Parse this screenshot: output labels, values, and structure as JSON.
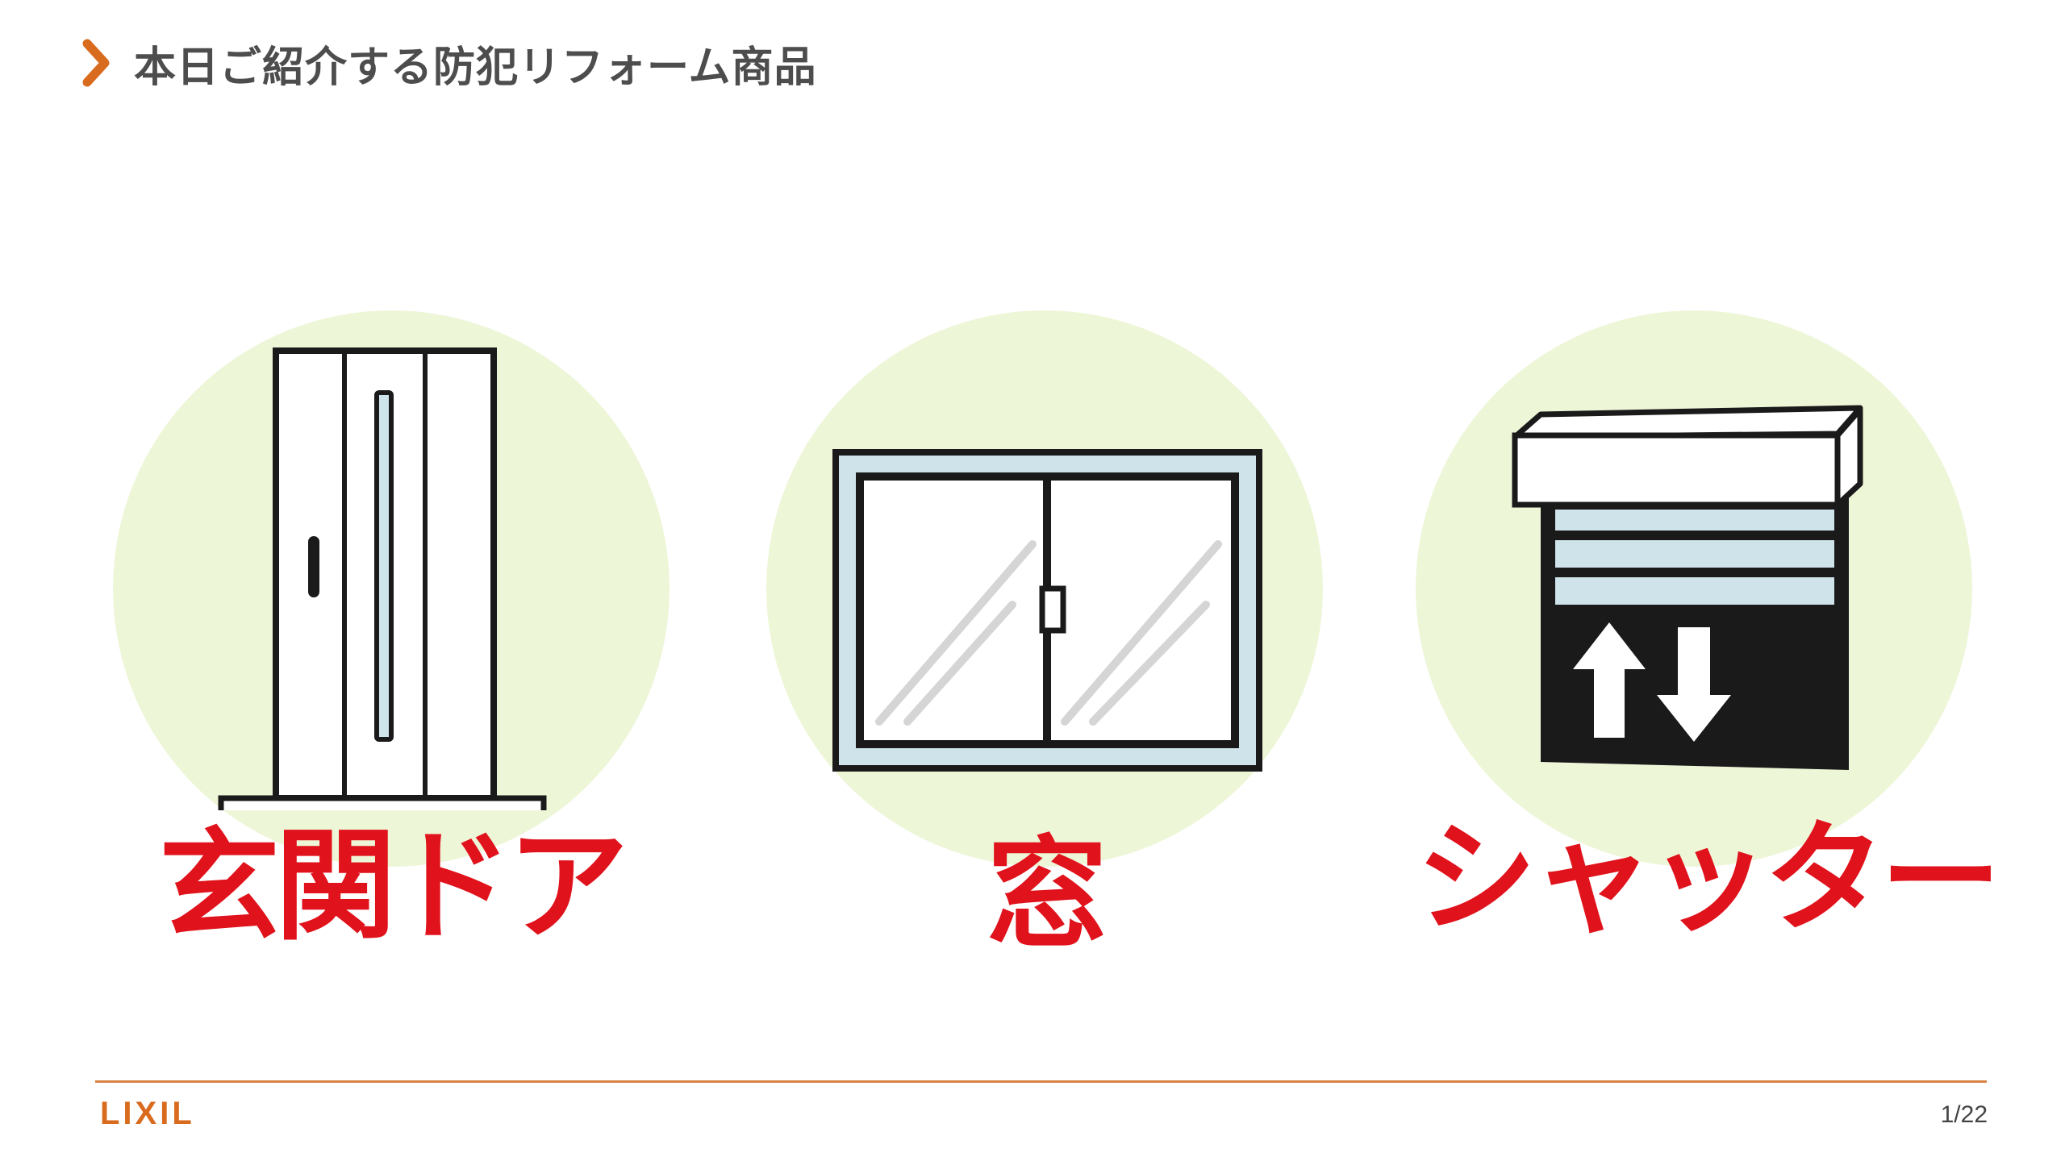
{
  "header": {
    "title": "本日ご紹介する防犯リフォーム商品"
  },
  "products": [
    {
      "label": "玄関ドア",
      "icon": "door-icon"
    },
    {
      "label": "窓",
      "icon": "window-icon"
    },
    {
      "label": "シャッター",
      "icon": "shutter-icon"
    }
  ],
  "footer": {
    "logo_text": "LIXIL",
    "page_number": "1/22"
  },
  "colors": {
    "accent": "#d96b1f",
    "label_red": "#e0121b",
    "circle_bg": "#eef6d8",
    "glass_blue": "#cfe3ea"
  }
}
